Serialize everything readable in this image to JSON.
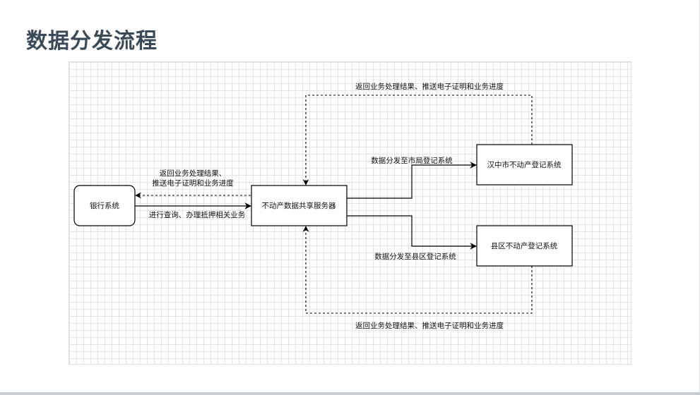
{
  "page": {
    "title": "数据分发流程"
  },
  "diagram": {
    "nodes": {
      "bank": "银行系统",
      "server": "不动产数据共享服务器",
      "city": "汉中市不动产登记系统",
      "county": "县区不动产登记系统"
    },
    "edges": {
      "bank_to_server": "进行查询、办理抵押相关业务",
      "server_to_bank_line1": "返回业务处理结果、",
      "server_to_bank_line2": "推送电子证明和业务进度",
      "server_to_city": "数据分发至市局登记系统",
      "server_to_county": "数据分发至县区登记系统",
      "city_to_server": "返回业务处理结果、推送电子证明和业务进度",
      "county_to_server": "返回业务处理结果、推送电子证明和业务进度"
    }
  },
  "colors": {
    "title": "#3b4a58",
    "stroke": "#000000",
    "grid": "#e4e4e4"
  }
}
